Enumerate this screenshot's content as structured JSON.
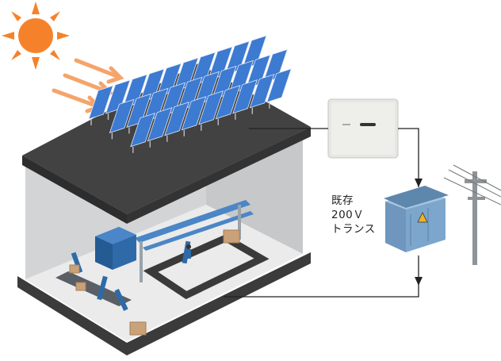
{
  "transformer_label": {
    "line1": "既存",
    "line2": "200Ｖ",
    "line3": "トランス"
  },
  "colors": {
    "sun": "#f5822a",
    "ray": "#f5a46b",
    "panel": "#3d7ad1",
    "roof": "#3f3f3f",
    "wall": "#cfd1d3",
    "floor": "#eaeaea",
    "transformer": "#6f9bc3",
    "wire": "#222222",
    "machine": "#2e6aa8",
    "box": "#c9a27a"
  },
  "icons": [
    "sun-icon",
    "solar-panel-array",
    "power-conditioner-icon",
    "transformer-icon",
    "utility-pole-icon",
    "factory-icon"
  ]
}
